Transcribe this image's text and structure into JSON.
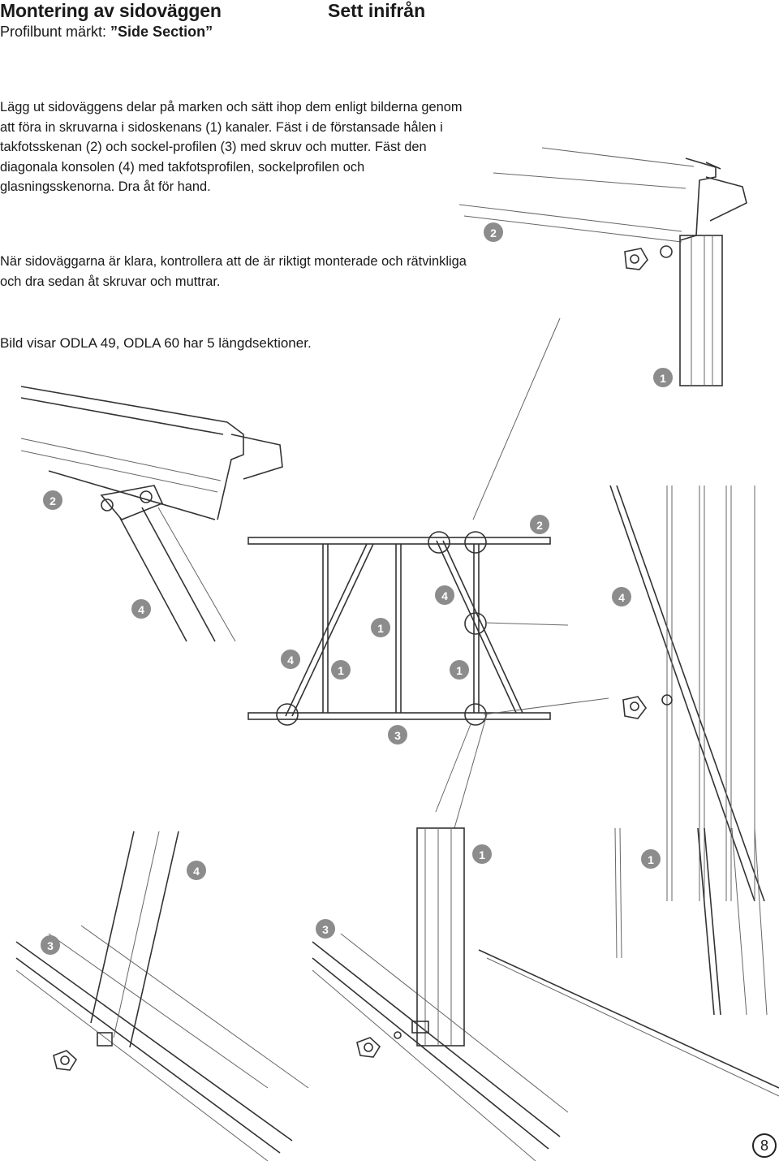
{
  "header": {
    "title": "Montering av sidoväggen",
    "title_right": "Sett inifrån",
    "subtitle_prefix": "Profilbunt märkt: ",
    "subtitle_bold": "”Side Section”"
  },
  "paragraphs": {
    "p1": "Lägg ut sidoväggens delar på marken och sätt ihop dem enligt bilderna genom att föra in skruvarna i sidoskenans (1) kanaler. Fäst i de förstansade hålen i takfotsskenan (2) och sockel-profilen (3) med skruv och mutter. Fäst den diagonala konsolen (4) med takfotsprofilen, sockelprofilen och glasningsskenorna. Dra åt för hand.",
    "p2": "När sidoväggarna är klara, kontrollera att de är riktigt monterade och rätvinkliga och dra sedan åt skruvar och muttrar.",
    "p3": "Bild visar ODLA 49, ODLA 60 har 5 längdsektioner."
  },
  "callouts": {
    "c2a": "2",
    "c1a": "1",
    "c2b": "2",
    "c2c": "2",
    "c4a": "4",
    "c4b": "4",
    "c4c": "4",
    "c1b": "1",
    "c4d": "4",
    "c1c": "1",
    "c1d": "1",
    "c3a": "3",
    "c1e": "1",
    "c1f": "1",
    "c4e": "4",
    "c3b": "3",
    "c3c": "3"
  },
  "page_number": "8",
  "colors": {
    "callout_fill": "#8c8c8c",
    "line": "#333333"
  }
}
